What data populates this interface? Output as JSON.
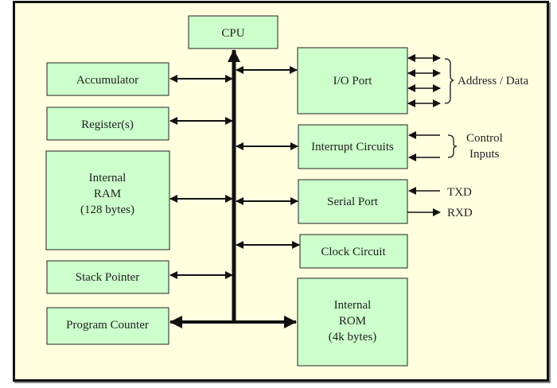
{
  "diagram": {
    "blocks": {
      "cpu": "CPU",
      "accumulator": "Accumulator",
      "registers": "Register(s)",
      "ram_line1": "Internal",
      "ram_line2": "RAM",
      "ram_line3": "(128 bytes)",
      "stack_pointer": "Stack Pointer",
      "program_counter": "Program Counter",
      "io_port": "I/O Port",
      "interrupt": "Interrupt Circuits",
      "serial_port": "Serial Port",
      "clock": "Clock Circuit",
      "rom_line1": "Internal",
      "rom_line2": "ROM",
      "rom_line3": "(4k bytes)"
    },
    "external_labels": {
      "address_data": "Address / Data",
      "control_line1": "Control",
      "control_line2": "Inputs",
      "txd": "TXD",
      "rxd": "RXD"
    },
    "colors": {
      "background": "#ffffe0",
      "block_fill": "#ccffcc"
    }
  }
}
